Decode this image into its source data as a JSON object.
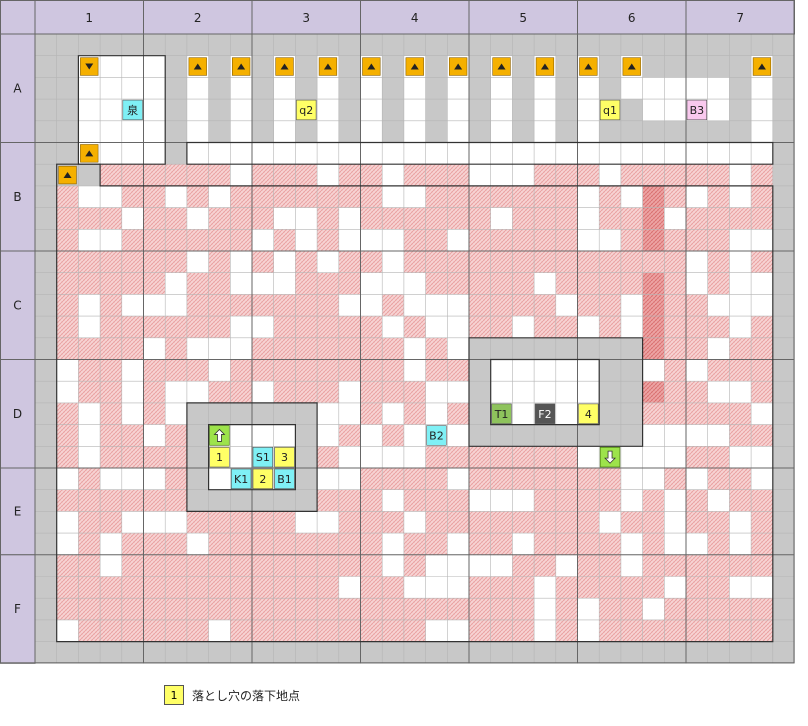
{
  "grid": {
    "cols": 35,
    "rows": 29
  },
  "columns": [
    "1",
    "2",
    "3",
    "4",
    "5",
    "6",
    "7"
  ],
  "rows": [
    "A",
    "B",
    "C",
    "D",
    "E",
    "F"
  ],
  "colors": {
    "header_bg": "#cfc6e0",
    "frame_bg": "#c8c8c8",
    "floor": "#ffffff",
    "trap": "#f6caca",
    "trap_dark": "#ee9a9a",
    "stair": "#f5b000",
    "marker_yellow": "#ffff66",
    "marker_cyan": "#7ff0f5",
    "marker_pink": "#f9c9ee",
    "marker_green": "#8ec35c",
    "marker_dark": "#555555",
    "arrow_green": "#9de34b"
  },
  "markers": [
    {
      "name": "spring",
      "text": "泉",
      "c": 4,
      "r": 3,
      "color": "marker_cyan"
    },
    {
      "name": "q2",
      "text": "q2",
      "c": 12,
      "r": 3,
      "color": "marker_yellow"
    },
    {
      "name": "q1",
      "text": "q1",
      "c": 26,
      "r": 3,
      "color": "marker_yellow"
    },
    {
      "name": "b3",
      "text": "B3",
      "c": 30,
      "r": 3,
      "color": "marker_pink"
    },
    {
      "name": "t1",
      "text": "T1",
      "c": 21,
      "r": 17,
      "color": "marker_green"
    },
    {
      "name": "f2",
      "text": "F2",
      "c": 23,
      "r": 17,
      "color": "marker_dark",
      "light": true
    },
    {
      "name": "drop-4",
      "text": "4",
      "c": 25,
      "r": 17,
      "color": "marker_yellow"
    },
    {
      "name": "b2",
      "text": "B2",
      "c": 18,
      "r": 18,
      "color": "marker_cyan"
    },
    {
      "name": "drop-1",
      "text": "1",
      "c": 8,
      "r": 19,
      "color": "marker_yellow"
    },
    {
      "name": "s1",
      "text": "S1",
      "c": 10,
      "r": 19,
      "color": "marker_cyan"
    },
    {
      "name": "drop-3",
      "text": "3",
      "c": 11,
      "r": 19,
      "color": "marker_yellow"
    },
    {
      "name": "k1",
      "text": "K1",
      "c": 9,
      "r": 20,
      "color": "marker_cyan"
    },
    {
      "name": "drop-2",
      "text": "2",
      "c": 10,
      "r": 20,
      "color": "marker_yellow"
    },
    {
      "name": "b1",
      "text": "B1",
      "c": 11,
      "r": 20,
      "color": "marker_cyan"
    }
  ],
  "legend": {
    "swatch": "1",
    "text": "落とし穴の落下地点"
  }
}
